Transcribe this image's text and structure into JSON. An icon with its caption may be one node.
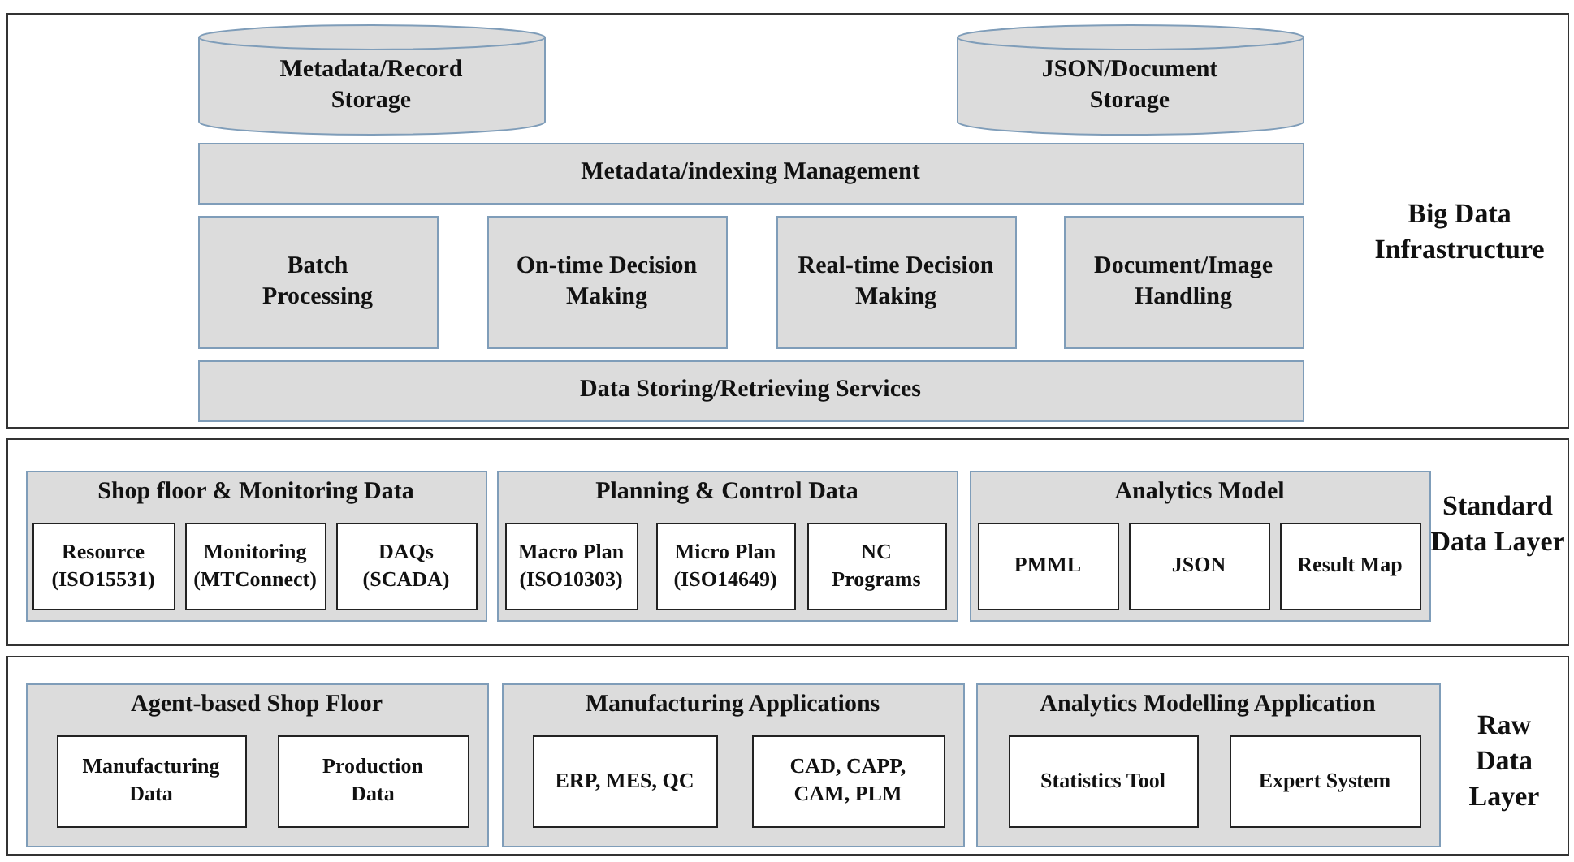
{
  "diagram": {
    "nodes": [
      {
        "text": [
          "Big Data Infrastructure"
        ]
      },
      {
        "text": [
          "Metadata/Record Storage"
        ],
        "in": 0
      },
      {
        "text": [
          "JSON/Document Storage"
        ],
        "in": 0
      },
      {
        "text": [
          "Metadata/indexing Management"
        ],
        "in": 0
      },
      {
        "text": [
          "Batch Processing"
        ],
        "in": 0
      },
      {
        "text": [
          "On-time Decision Making"
        ],
        "in": 0
      },
      {
        "text": [
          "Real-time Decision Making"
        ],
        "in": 0
      },
      {
        "text": [
          "Document/Image Handling"
        ],
        "in": 0
      },
      {
        "text": [
          "Data Storing/Retrieving Services"
        ],
        "in": 0
      },
      {
        "text": [
          "Standard Data Layer"
        ]
      },
      {
        "text": [
          "Shop floor & Monitoring Data"
        ],
        "in": 9
      },
      {
        "text": [
          "Resource (ISO15531)"
        ],
        "in": 10
      },
      {
        "text": [
          "Monitoring (MTConnect)"
        ],
        "in": 10
      },
      {
        "text": [
          "DAQs (SCADA)"
        ],
        "in": 10
      },
      {
        "text": [
          "Planning & Control Data"
        ],
        "in": 9
      },
      {
        "text": [
          "Macro Plan (ISO10303)"
        ],
        "in": 14
      },
      {
        "text": [
          "Micro Plan (ISO14649)"
        ],
        "in": 14
      },
      {
        "text": [
          "NC Programs"
        ],
        "in": 14
      },
      {
        "text": [
          "Analytics Model"
        ],
        "in": 9
      },
      {
        "text": [
          "PMML"
        ],
        "in": 18
      },
      {
        "text": [
          "JSON"
        ],
        "in": 18
      },
      {
        "text": [
          "Result Map"
        ],
        "in": 18
      },
      {
        "text": [
          "Raw Data Layer"
        ]
      },
      {
        "text": [
          "Agent-based Shop Floor"
        ],
        "in": 22
      },
      {
        "text": [
          "Manufacturing Data"
        ],
        "in": 23
      },
      {
        "text": [
          "Production Data"
        ],
        "in": 23
      },
      {
        "text": [
          "Manufacturing Applications"
        ],
        "in": 22
      },
      {
        "text": [
          "ERP, MES, QC"
        ],
        "in": 26
      },
      {
        "text": [
          "CAD, CAPP, CAM, PLM"
        ],
        "in": 26
      },
      {
        "text": [
          "Analytics Modelling Application"
        ],
        "in": 22
      },
      {
        "text": [
          "Statistics Tool"
        ],
        "in": 29
      },
      {
        "text": [
          "Expert System"
        ],
        "in": 29
      }
    ],
    "edges": []
  }
}
